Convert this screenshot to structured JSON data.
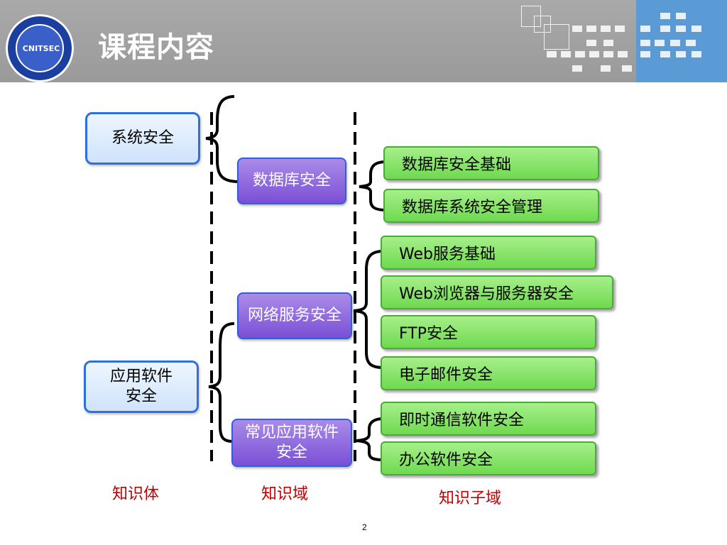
{
  "header": {
    "title": "课程内容"
  },
  "logo": {
    "text": "CNITSEC"
  },
  "bodies": [
    {
      "label": "系统安全"
    },
    {
      "label": "应用软件\n安全"
    }
  ],
  "domains": [
    {
      "label": "数据库安全"
    },
    {
      "label": "网络服务安全"
    },
    {
      "label": "常见应用软件\n安全"
    }
  ],
  "subdomains": [
    "数据库安全基础",
    "数据库系统安全管理",
    "Web服务基础",
    "Web浏览器与服务器安全",
    "FTP安全",
    "电子邮件安全",
    "即时通信软件安全",
    "办公软件安全"
  ],
  "column_labels": {
    "bodies": "知识体",
    "domains": "知识域",
    "subdomains": "知识子域"
  },
  "page_number": "2",
  "colors": {
    "header_gray": "#9a9a9a",
    "header_blue": "#5b9bd5",
    "body_border": "#2f6fe0",
    "domain_fill": "#7b4fd6",
    "subdomain_fill": "#6fd94f",
    "label_red": "#c00000"
  }
}
